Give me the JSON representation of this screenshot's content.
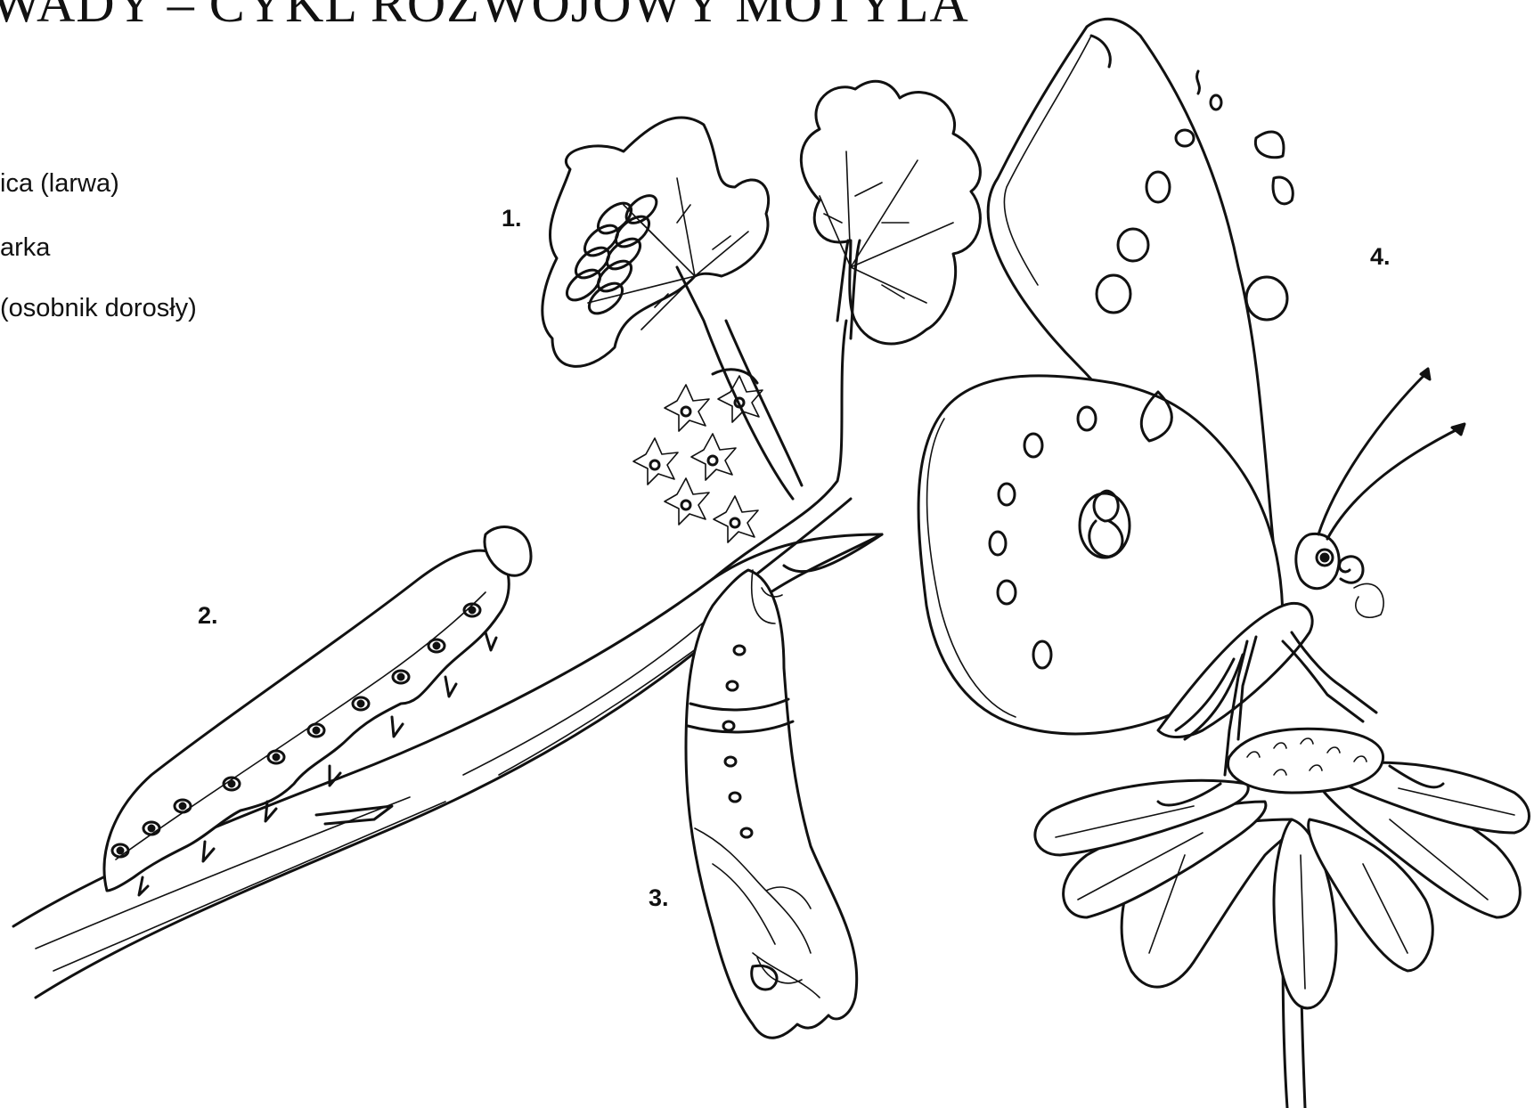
{
  "title": "WADY – CYKL ROZWOJOWY MOTYLA",
  "legend": [
    {
      "text": "ica (larwa)"
    },
    {
      "text": "arka"
    },
    {
      "text": "(osobnik dorosły)"
    }
  ],
  "stages": [
    {
      "number": "1."
    },
    {
      "number": "2."
    },
    {
      "number": "3."
    },
    {
      "number": "4."
    }
  ]
}
